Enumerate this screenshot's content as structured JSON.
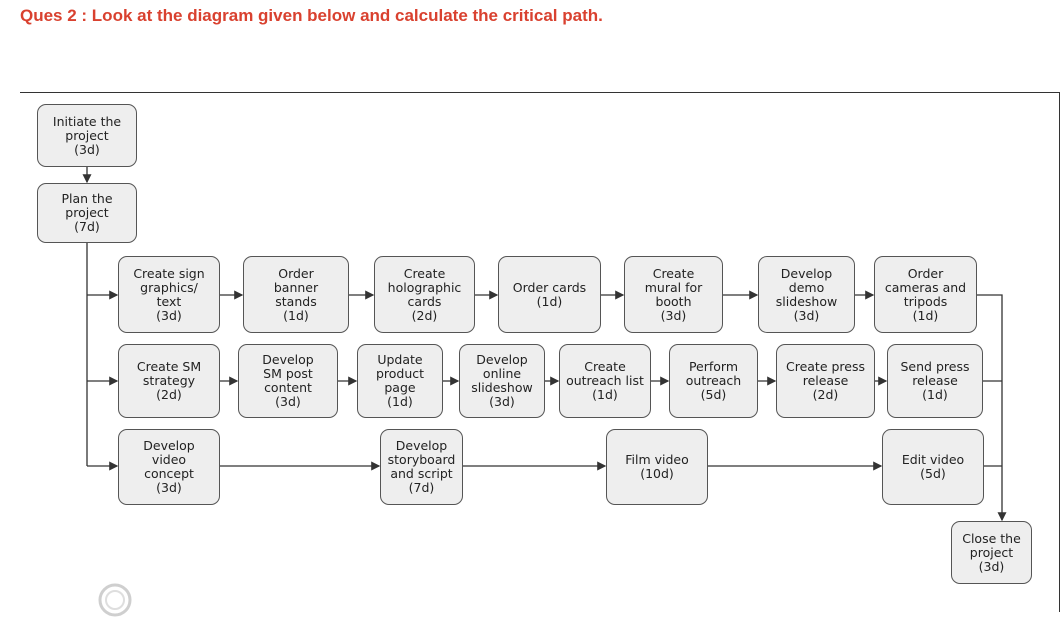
{
  "question": "Ques 2 : Look at the diagram given below and calculate the critical path.",
  "nodes": {
    "initiate": "Initiate the\nproject\n(3d)",
    "plan": "Plan the\nproject\n(7d)",
    "sign": "Create sign\ngraphics/\ntext\n(3d)",
    "banner": "Order\nbanner\nstands\n(1d)",
    "holo": "Create\nholographic\ncards\n(2d)",
    "ordercards": "Order cards\n(1d)",
    "mural": "Create\nmural for\nbooth\n(3d)",
    "demo": "Develop\ndemo\nslideshow\n(3d)",
    "cameras": "Order\ncameras and\ntripods\n(1d)",
    "smstrat": "Create SM\nstrategy\n(2d)",
    "smpost": "Develop\nSM post\ncontent\n(3d)",
    "product": "Update\nproduct\npage\n(1d)",
    "online": "Develop\nonline\nslideshow\n(3d)",
    "outreachlist": "Create\noutreach list\n(1d)",
    "perform": "Perform\noutreach\n(5d)",
    "pressrel": "Create press\nrelease\n(2d)",
    "sendpress": "Send press\nrelease\n(1d)",
    "videoconcept": "Develop\nvideo\nconcept\n(3d)",
    "storyboard": "Develop\nstoryboard\nand script\n(7d)",
    "film": "Film video\n(10d)",
    "edit": "Edit video\n(5d)",
    "close": "Close the\nproject\n(3d)"
  }
}
